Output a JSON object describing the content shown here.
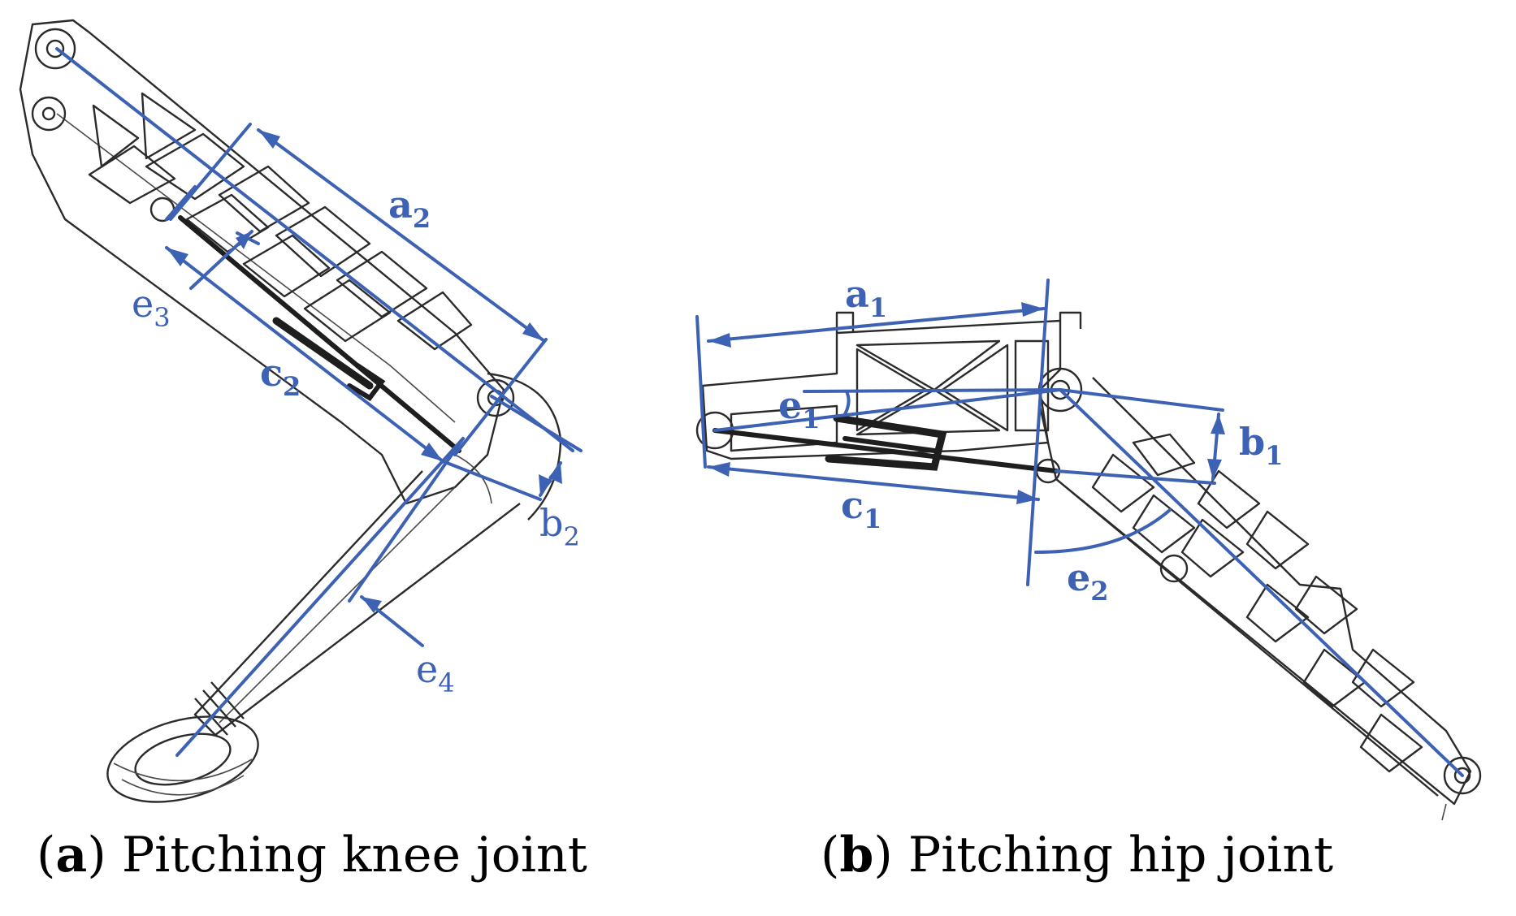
{
  "panels": [
    {
      "caption_letter": "a",
      "caption_text": "Pitching knee joint",
      "labels": {
        "a": "a",
        "a_sub": "2",
        "b": "b",
        "b_sub": "2",
        "c": "c",
        "c_sub": "2",
        "e3": "e",
        "e3_sub": "3",
        "e4": "e",
        "e4_sub": "4"
      }
    },
    {
      "caption_letter": "b",
      "caption_text": "Pitching hip joint",
      "labels": {
        "a": "a",
        "a_sub": "1",
        "b": "b",
        "b_sub": "1",
        "c": "c",
        "c_sub": "1",
        "e1": "e",
        "e1_sub": "1",
        "e2": "e",
        "e2_sub": "2"
      }
    }
  ],
  "colors": {
    "annotation": "#3d62b4",
    "drawing": "#2b2b2b",
    "caption": "#000000"
  }
}
